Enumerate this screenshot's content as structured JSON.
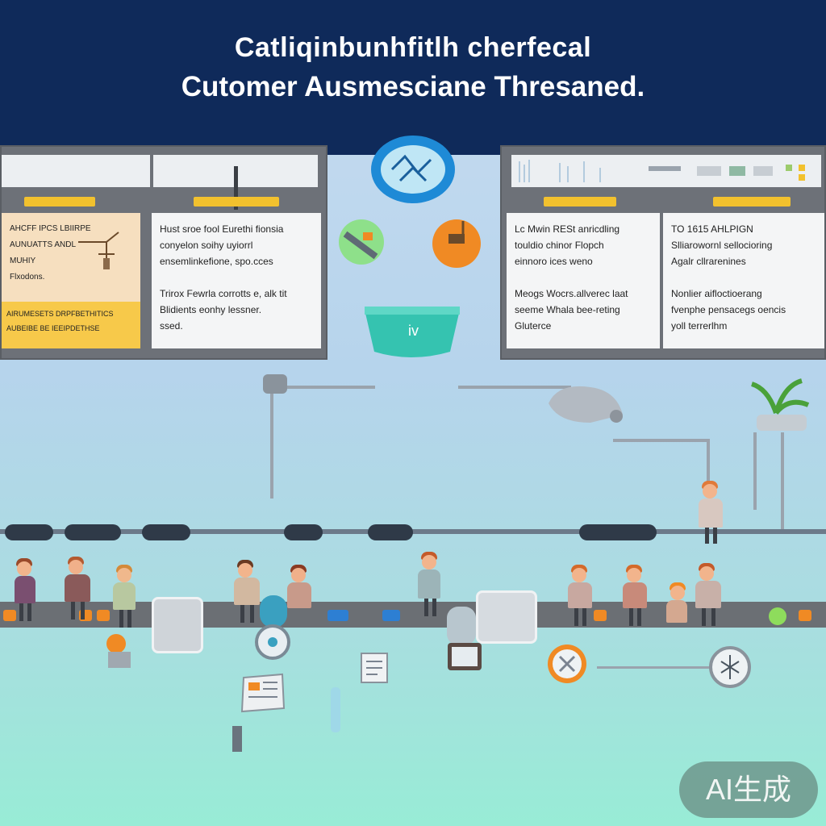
{
  "header": {
    "title_line1": "Catliqinbunhfitlh cherfecal",
    "title_line2": "Cutomer Ausmesciane Thresaned."
  },
  "panel_left": {
    "note_card": {
      "lines": [
        "AHCFF IPCS   LBIIRPE",
        "AUNUATTS   ANDL",
        "MUHIY",
        "Flxodons."
      ],
      "band_lines": [
        "AIRUMESETS   DRPFBETHITICS",
        "AUBEIBE BE   IEEIPDETHSE"
      ]
    },
    "text_card": {
      "p1": [
        "Hust sroe fool Eurethi fionsia",
        "conyelon soihy uyiorrl",
        "ensemlinkefione, spo.cces"
      ],
      "p2": [
        "Trirox Fewrla corrotts e, alk tit",
        "Blidients eonhy lessner.",
        "ssed."
      ]
    }
  },
  "panel_right": {
    "card_a": {
      "p1": [
        "Lc Mwin RESt  anricdling",
        "touldio chinor Flopch",
        "einnoro ices weno"
      ],
      "p2": [
        "Meogs Wocrs.allverec laat",
        "seeme Whala bee-reting",
        "Gluterce"
      ]
    },
    "card_b": {
      "p1": [
        "TO 1615 AHLPIGN",
        "Slliarowornl sellocioring",
        "Agalr cllrarenines"
      ],
      "p2": [
        "Nonlier aifloctioerang",
        "fvenphe pensacegs oencis",
        "yoll terrerlhm"
      ]
    }
  },
  "badge": {
    "label": "AI生成"
  },
  "colors": {
    "header": "#0f2a5a",
    "panel": "#6d7178",
    "accent_yellow": "#f2c12e",
    "accent_orange": "#f08a24",
    "accent_teal": "#35c3b0"
  }
}
